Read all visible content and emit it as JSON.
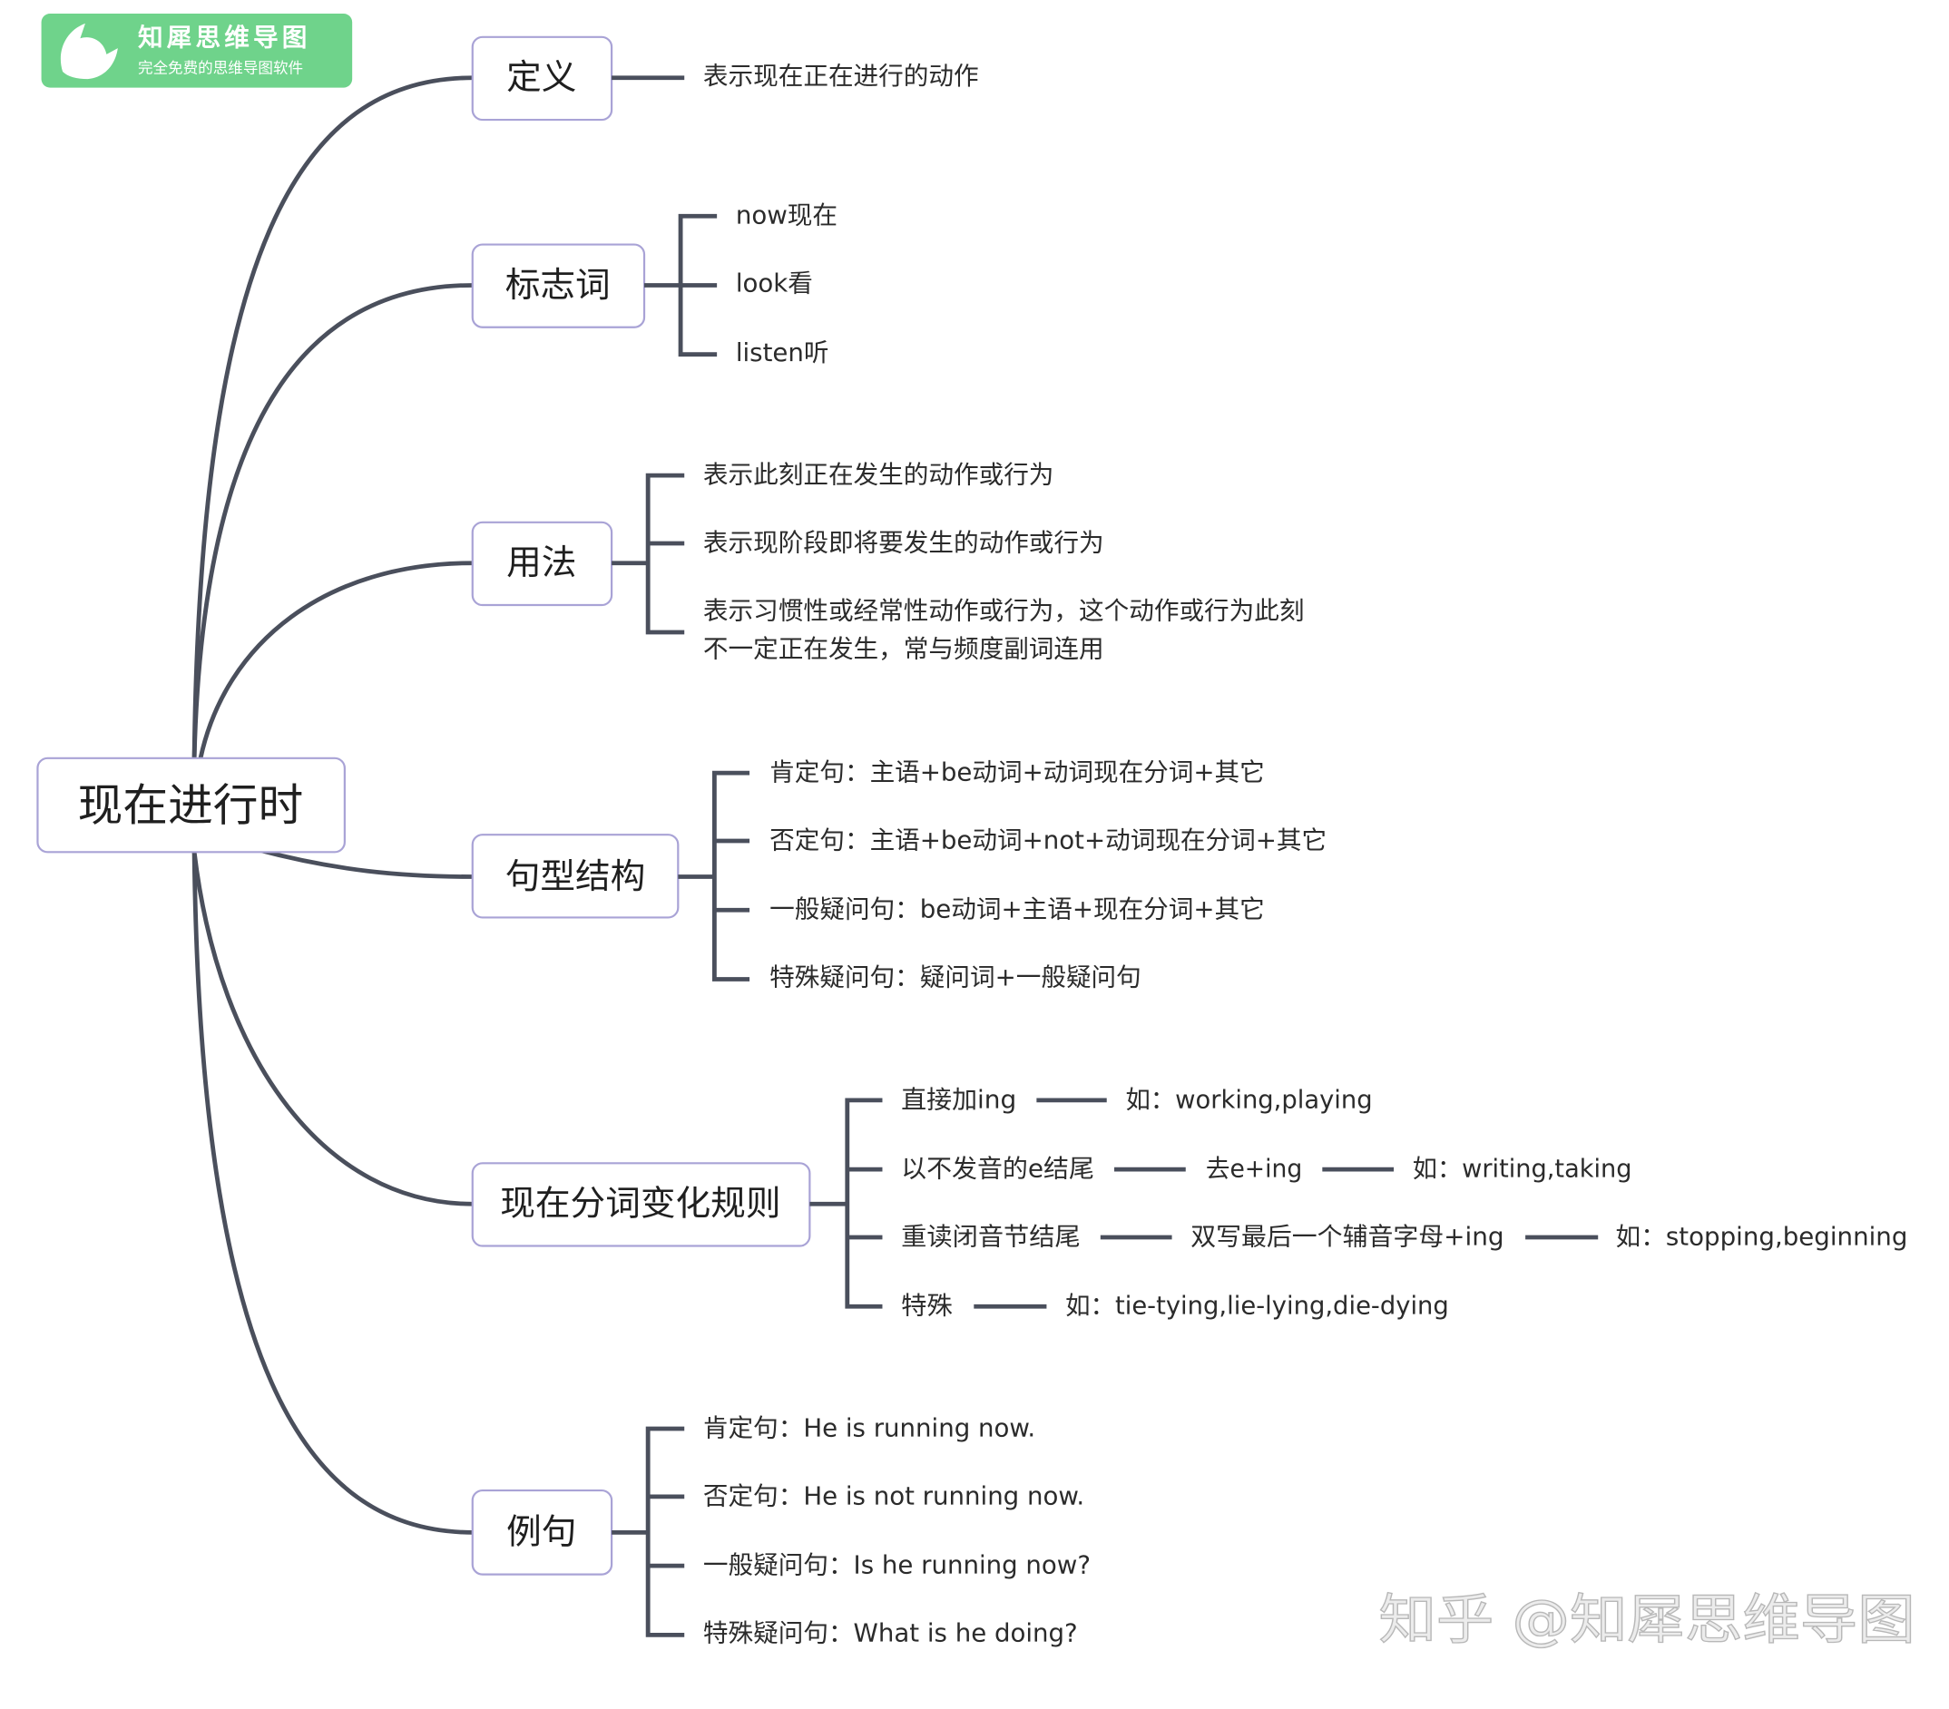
{
  "logo": {
    "name": "知犀思维导图",
    "tagline": "完全免费的思维导图软件"
  },
  "watermark": "知乎 @知犀思维导图",
  "root": {
    "label": "现在进行时"
  },
  "branches": [
    {
      "label": "定义",
      "leaves": [
        {
          "text": "表示现在正在进行的动作"
        }
      ]
    },
    {
      "label": "标志词",
      "leaves": [
        {
          "text": "now现在"
        },
        {
          "text": "look看"
        },
        {
          "text": "listen听"
        }
      ]
    },
    {
      "label": "用法",
      "leaves": [
        {
          "text": "表示此刻正在发生的动作或行为"
        },
        {
          "text": "表示现阶段即将要发生的动作或行为"
        },
        {
          "lines": [
            "表示习惯性或经常性动作或行为，这个动作或行为此刻",
            "不一定正在发生，常与频度副词连用"
          ]
        }
      ]
    },
    {
      "label": "句型结构",
      "leaves": [
        {
          "text": "肯定句：主语+be动词+动词现在分词+其它"
        },
        {
          "text": "否定句：主语+be动词+not+动词现在分词+其它"
        },
        {
          "text": "一般疑问句：be动词+主语+现在分词+其它"
        },
        {
          "text": "特殊疑问句：疑问词+一般疑问句"
        }
      ]
    },
    {
      "label": "现在分词变化规则",
      "leaves": [
        {
          "chain": [
            "直接加ing",
            "如：working,playing"
          ]
        },
        {
          "chain": [
            "以不发音的e结尾",
            "去e+ing",
            "如：writing,taking"
          ]
        },
        {
          "chain": [
            "重读闭音节结尾",
            "双写最后一个辅音字母+ing",
            "如：stopping,beginning"
          ]
        },
        {
          "chain": [
            "特殊",
            "如：tie-tying,lie-lying,die-dying"
          ]
        }
      ]
    },
    {
      "label": "例句",
      "leaves": [
        {
          "text": "肯定句：He is running now."
        },
        {
          "text": "否定句：He is not running now."
        },
        {
          "text": "一般疑问句：Is he running now?"
        },
        {
          "text": "特殊疑问句：What is he doing?"
        }
      ]
    }
  ],
  "colors": {
    "line": "#4a4f5c",
    "node_border": "#a9a3d6",
    "logo_bg": "#6fd38b",
    "text": "#2b2b2b",
    "watermark_fill": "#ececec",
    "watermark_stroke": "#b8b8b8"
  }
}
